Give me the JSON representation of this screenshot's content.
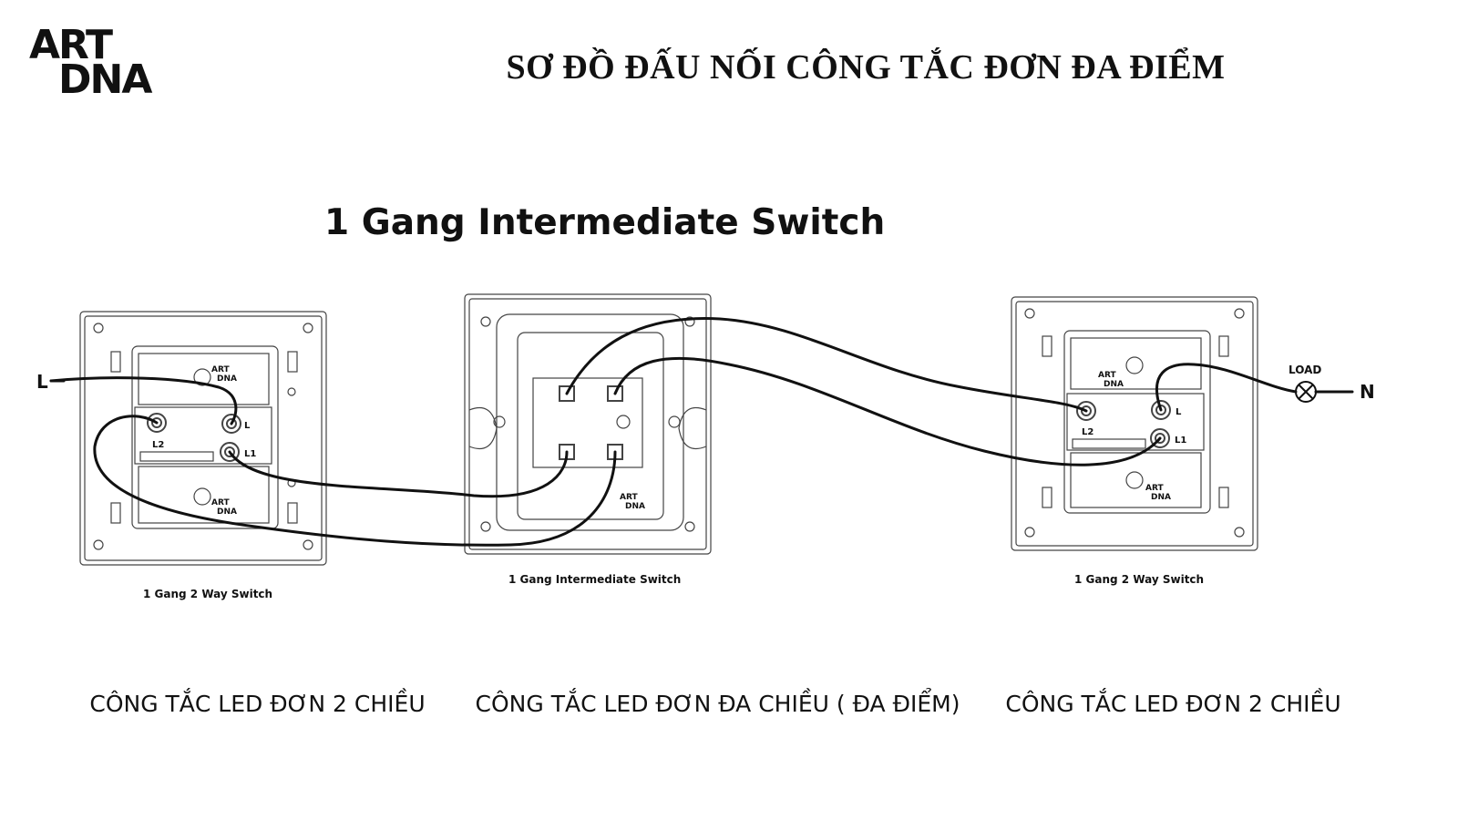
{
  "logo": {
    "line1": "ART",
    "line2": "DNA"
  },
  "page_title": "SƠ ĐỒ ĐẤU NỐI CÔNG TẮC ĐƠN ĐA ĐIỂM",
  "diagram_title": "1 Gang Intermediate Switch",
  "line_label": "L",
  "neutral_label": "N",
  "load_label": "LOAD",
  "terminals": {
    "l": "L",
    "l1": "L1",
    "l2": "L2"
  },
  "plate_logo": {
    "line1": "ART",
    "line2": "DNA"
  },
  "captions": {
    "left": "1 Gang 2 Way Switch",
    "middle": "1 Gang Intermediate Switch",
    "right": "1 Gang 2 Way Switch"
  },
  "bottom_labels": {
    "left": "CÔNG TẮC LED ĐƠN 2 CHIỀU",
    "middle": "CÔNG TẮC LED ĐƠN ĐA CHIỀU ( ĐA ĐIỂM)",
    "right": "CÔNG TẮC LED ĐƠN 2 CHIỀU"
  }
}
